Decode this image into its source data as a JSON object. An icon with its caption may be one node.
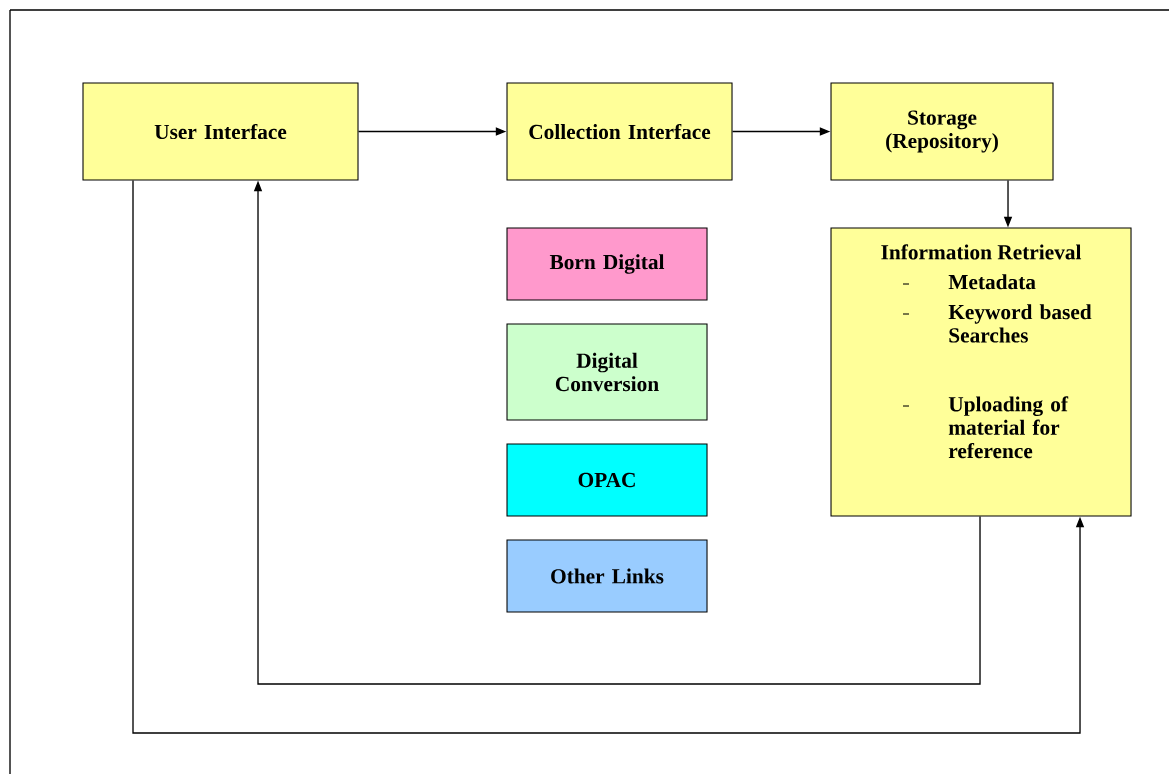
{
  "diagram": {
    "nodes": [
      {
        "text": [
          "User  Interface"
        ]
      },
      {
        "text": [
          "Collection Interface"
        ]
      },
      {
        "text": [
          "Storage (Repository)"
        ]
      },
      {
        "text": [
          "Born Digital"
        ]
      },
      {
        "text": [
          "Digital Conversion"
        ]
      },
      {
        "text": [
          "OPAC"
        ]
      },
      {
        "text": [
          "Other Links"
        ]
      },
      {
        "text": [
          "Information Retrieval",
          "Metadata",
          "Keyword based Searches",
          "Uploading of material for reference"
        ]
      }
    ],
    "edges": [
      {
        "from": 0,
        "to": 1,
        "arrow": "to"
      },
      {
        "from": 1,
        "to": 2,
        "arrow": "to"
      },
      {
        "from": 2,
        "to": 7,
        "arrow": "to"
      },
      {
        "from": 7,
        "to": 0,
        "arrow": "to"
      },
      {
        "from": 0,
        "to": 7,
        "arrow": "to"
      }
    ]
  }
}
